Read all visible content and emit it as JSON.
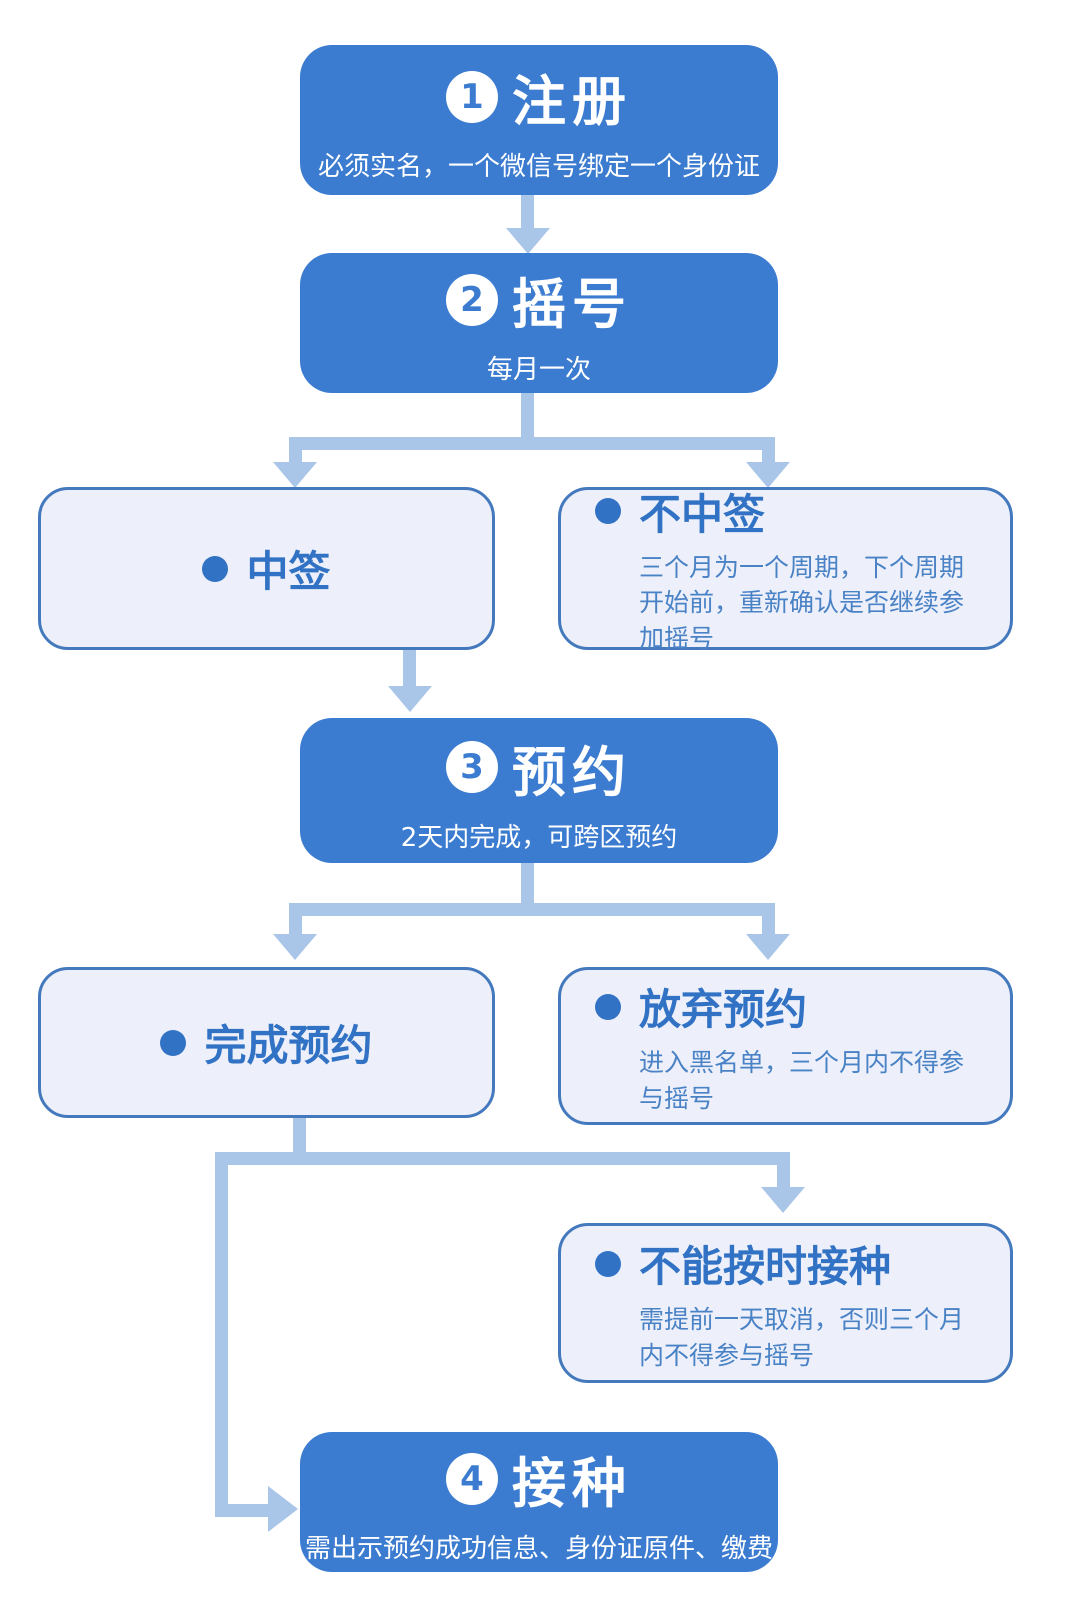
{
  "palette": {
    "box_blue": "#3c7cd0",
    "light_fill": "#edf0fa",
    "light_border": "#4479bd",
    "arrow": "#a9c5e8",
    "title_blue": "#3172c4",
    "desc_blue": "#4a82c6"
  },
  "nodes": {
    "register": {
      "number": "1",
      "title": "注册",
      "subtitle": "必须实名，一个微信号绑定一个身份证"
    },
    "lottery": {
      "number": "2",
      "title": "摇号",
      "subtitle": "每月一次"
    },
    "win": {
      "title": "中签"
    },
    "lose": {
      "title": "不中签",
      "desc": "三个月为一个周期，下个周期开始前，重新确认是否继续参加摇号"
    },
    "appointment": {
      "number": "3",
      "title": "预约",
      "subtitle": "2天内完成，可跨区预约"
    },
    "complete": {
      "title": "完成预约"
    },
    "giveup": {
      "title": "放弃预约",
      "desc": "进入黑名单，三个月内不得参与摇号"
    },
    "miss": {
      "title": "不能按时接种",
      "desc": "需提前一天取消，否则三个月内不得参与摇号"
    },
    "vaccinate": {
      "number": "4",
      "title": "接种",
      "subtitle": "需出示预约成功信息、身份证原件、缴费"
    }
  }
}
